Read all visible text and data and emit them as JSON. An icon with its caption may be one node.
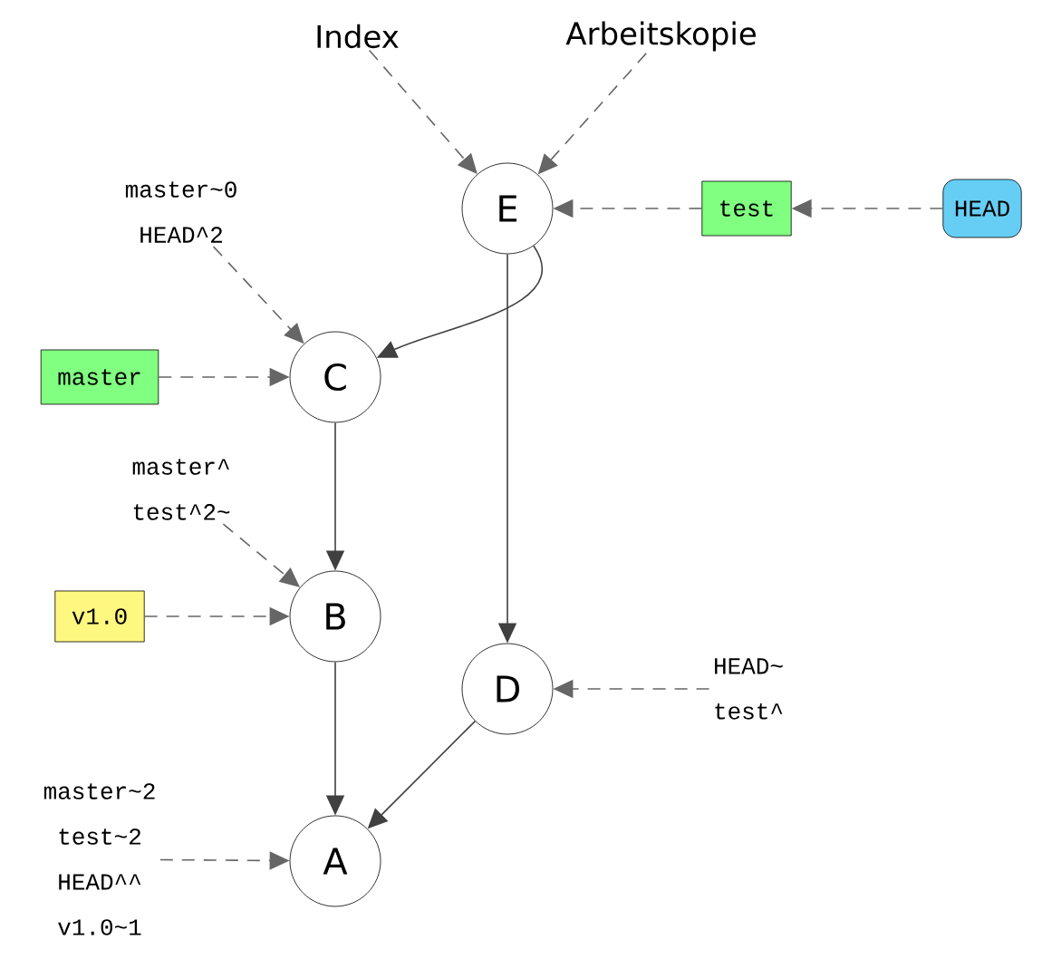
{
  "diagram": {
    "nodes": [
      {
        "text": [
          "Index"
        ]
      },
      {
        "text": [
          "Arbeitskopie"
        ]
      },
      {
        "text": [
          "E"
        ]
      },
      {
        "text": [
          "test"
        ]
      },
      {
        "text": [
          "HEAD"
        ]
      },
      {
        "text": [
          "master~0",
          "HEAD^2"
        ]
      },
      {
        "text": [
          "C"
        ]
      },
      {
        "text": [
          "master"
        ]
      },
      {
        "text": [
          "master^",
          "test^2~"
        ]
      },
      {
        "text": [
          "B"
        ]
      },
      {
        "text": [
          "v1.0"
        ]
      },
      {
        "text": [
          "D"
        ]
      },
      {
        "text": [
          "HEAD~",
          "test^"
        ]
      },
      {
        "text": [
          "master~2",
          "test~2",
          "HEAD^^",
          "v1.0~1"
        ]
      },
      {
        "text": [
          "A"
        ]
      }
    ],
    "edges": [
      {
        "from": 0,
        "to": 2,
        "arrow": "to",
        "style": "dashed"
      },
      {
        "from": 1,
        "to": 2,
        "arrow": "to",
        "style": "dashed"
      },
      {
        "from": 3,
        "to": 2,
        "arrow": "to",
        "style": "dashed"
      },
      {
        "from": 4,
        "to": 3,
        "arrow": "to",
        "style": "dashed"
      },
      {
        "from": 2,
        "to": 6,
        "arrow": "to"
      },
      {
        "from": 5,
        "to": 6,
        "arrow": "to",
        "style": "dashed"
      },
      {
        "from": 7,
        "to": 6,
        "arrow": "to",
        "style": "dashed"
      },
      {
        "from": 2,
        "to": 11,
        "arrow": "to"
      },
      {
        "from": 6,
        "to": 9,
        "arrow": "to"
      },
      {
        "from": 8,
        "to": 9,
        "arrow": "to",
        "style": "dashed"
      },
      {
        "from": 10,
        "to": 9,
        "arrow": "to",
        "style": "dashed"
      },
      {
        "from": 12,
        "to": 11,
        "arrow": "to",
        "style": "dashed"
      },
      {
        "from": 9,
        "to": 14,
        "arrow": "to"
      },
      {
        "from": 11,
        "to": 14,
        "arrow": "to"
      },
      {
        "from": 13,
        "to": 14,
        "arrow": "to",
        "style": "dashed"
      }
    ]
  }
}
